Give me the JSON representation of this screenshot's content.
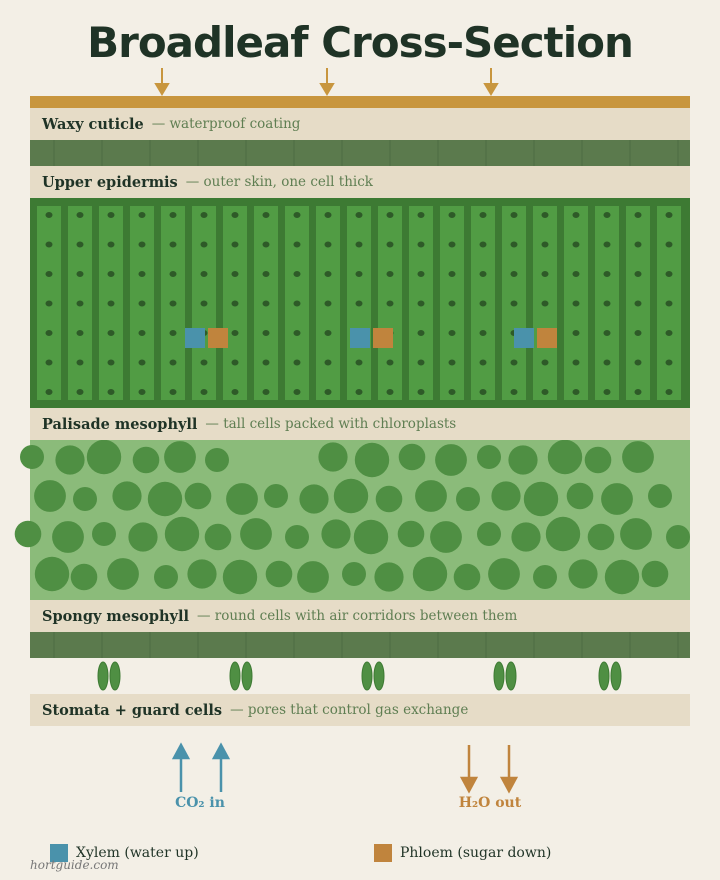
{
  "title": "Broadleaf Cross-Section",
  "colors": {
    "background": "#f3efe6",
    "cuticle": "#c8963e",
    "label_band": "#e6dcc7",
    "epidermis": "#5b7a4d",
    "palisade_bg": "#3d7a33",
    "palisade_cell": "#519c44",
    "chloroplast": "#2e5a28",
    "spongy_bg": "#8bbb7a",
    "spongy_cell": "#4f8f43",
    "xylem": "#4a92ab",
    "phloem": "#c0843d",
    "co2_arrow": "#4a92ab",
    "h2o_arrow": "#c0843d"
  },
  "layers": [
    {
      "name": "Waxy cuticle",
      "desc": "— waterproof coating"
    },
    {
      "name": "Upper epidermis",
      "desc": "— outer skin, one cell thick"
    },
    {
      "name": "Palisade mesophyll",
      "desc": "— tall cells packed with chloroplasts"
    },
    {
      "name": "Spongy mesophyll",
      "desc": "— round cells with air corridors between them"
    },
    {
      "name": "Stomata + guard cells",
      "desc": "— pores that control gas exchange"
    }
  ],
  "gas_exchange": {
    "co2_label": "CO₂ in",
    "h2o_label": "H₂O out"
  },
  "legend": [
    {
      "label": "Xylem (water up)",
      "color": "#4a92ab"
    },
    {
      "label": "Phloem (sugar down)",
      "color": "#c0843d"
    }
  ],
  "credit": "hortguide.com"
}
